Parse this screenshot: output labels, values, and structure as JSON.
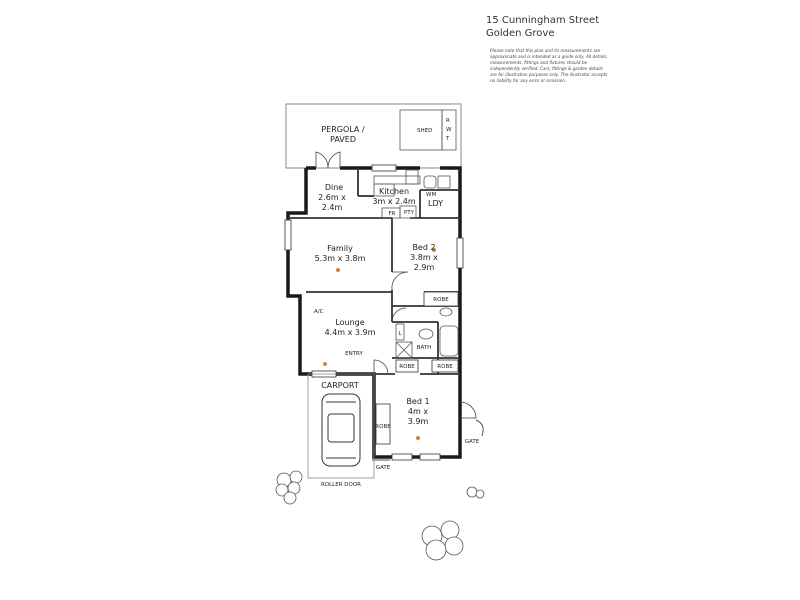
{
  "address": {
    "line1": "15 Cunningham Street",
    "line2": "Golden Grove"
  },
  "disclaimer": "Please note that this plan and its measurements are approximate and is intended as a guide only. All details, measurements, fittings and fixtures should be independently verified. Cars, fittings & garden details are for illustration purposes only. The illustrator accepts no liability for any error or omission.",
  "rooms": {
    "pergola": {
      "name": "PERGOLA /",
      "sub": "PAVED"
    },
    "shed": "SHED",
    "rwt": {
      "r": "R",
      "w": "W",
      "t": "T"
    },
    "dine": {
      "name": "Dine",
      "size1": "2.6m x",
      "size2": "2.4m"
    },
    "kitchen": {
      "name": "Kitchen",
      "size": "3m x 2.4m"
    },
    "wm": "WM",
    "ldy": "LDY",
    "fr": "FR",
    "pty": "PTY",
    "family": {
      "name": "Family",
      "size": "5.3m x 3.8m"
    },
    "bed2": {
      "name": "Bed 2",
      "size1": "3.8m x",
      "size2": "2.9m"
    },
    "robe_bed2": "ROBE",
    "ac": "A/C",
    "lounge": {
      "name": "Lounge",
      "size": "4.4m x 3.9m"
    },
    "entry": "ENTRY",
    "l": "L",
    "bath": "BATH",
    "robe_left": "ROBE",
    "robe_right": "ROBE",
    "carport": "CARPORT",
    "bed1": {
      "name": "Bed 1",
      "size1": "4m x",
      "size2": "3.9m"
    },
    "robe_bed1": "ROBE",
    "gate_right": "GATE",
    "gate_bottom": "GATE",
    "roller_door": "ROLLER DOOR"
  }
}
